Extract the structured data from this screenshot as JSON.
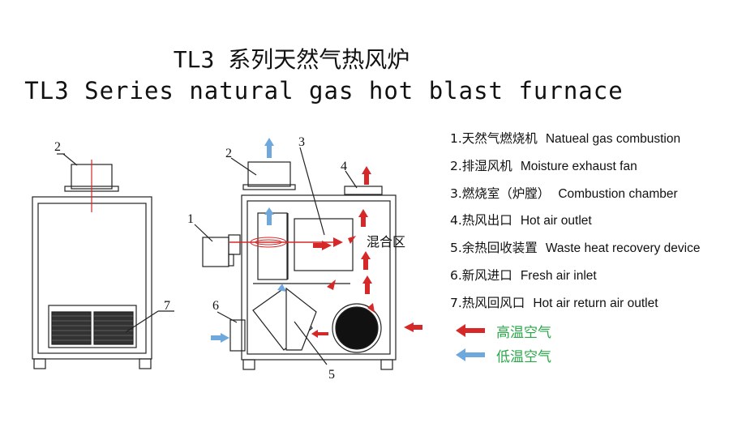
{
  "title_cn": "TL3 系列天然气热风炉",
  "title_en": "TL3 Series natural gas hot blast furnace",
  "legend": [
    {
      "num": "1.",
      "cn": "天然气燃烧机",
      "en": "Natueal gas combustion"
    },
    {
      "num": "2.",
      "cn": "排湿风机",
      "en": "Moisture exhaust fan"
    },
    {
      "num": "3.",
      "cn": "燃烧室（炉膛）",
      "en": "Combustion chamber"
    },
    {
      "num": "4.",
      "cn": "热风出口",
      "en": "Hot air outlet"
    },
    {
      "num": "5.",
      "cn": "余热回收装置",
      "en": "Waste heat recovery device"
    },
    {
      "num": "6.",
      "cn": "新风进口",
      "en": "Fresh air inlet"
    },
    {
      "num": "7.",
      "cn": "热风回风口",
      "en": "Hot air return air outlet"
    }
  ],
  "key": {
    "hot_label": "高温空气",
    "cold_label": "低温空气",
    "hot_color": "#d62828",
    "cold_color": "#6fa8dc"
  },
  "callouts": {
    "n1": "1",
    "n2": "2",
    "n3": "3",
    "n4": "4",
    "n5": "5",
    "n6": "6",
    "n7": "7",
    "n2b": "2",
    "mix_zone": "混合区"
  }
}
